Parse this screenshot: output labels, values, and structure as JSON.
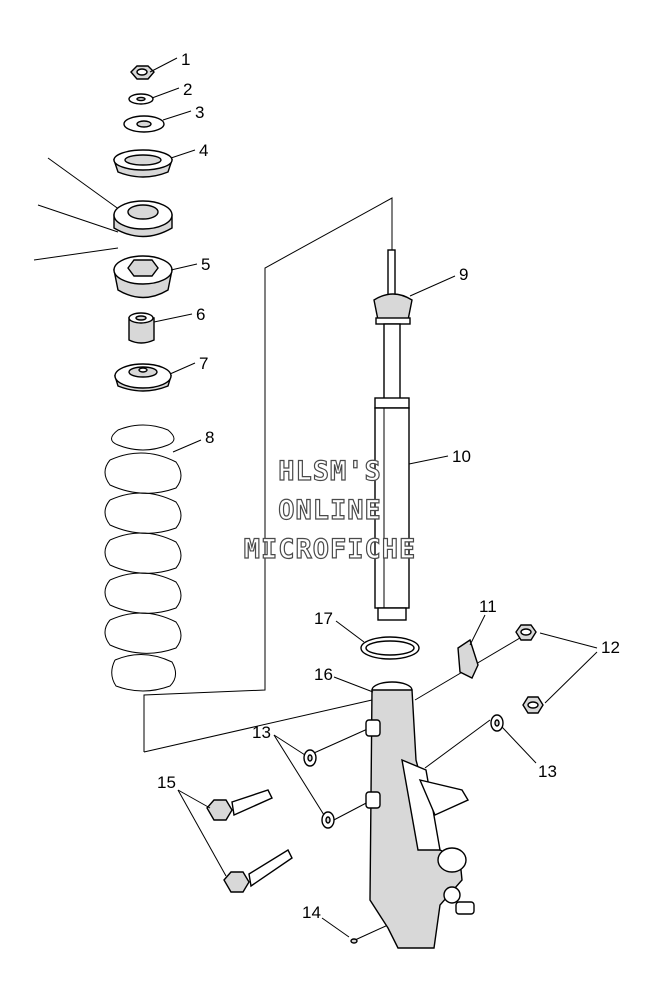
{
  "callouts": {
    "c1": "1",
    "c2": "2",
    "c3": "3",
    "c4": "4",
    "c5": "5",
    "c6": "6",
    "c7": "7",
    "c8": "8",
    "c9": "9",
    "c10": "10",
    "c11": "11",
    "c12": "12",
    "c13a": "13",
    "c13b": "13",
    "c14": "14",
    "c15": "15",
    "c16": "16",
    "c17": "17"
  },
  "watermark": {
    "line1": "HLSM'S",
    "line2": "ONLINE",
    "line3": "MICROFICHE"
  }
}
